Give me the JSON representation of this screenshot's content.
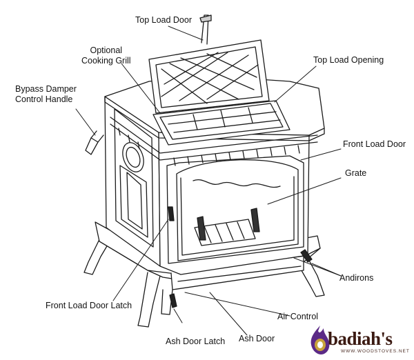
{
  "labels": {
    "top_load_door": "Top Load Door",
    "optional_cooking_grill": "Optional\nCooking Grill",
    "top_load_opening": "Top Load Opening",
    "bypass_damper": "Bypass Damper\nControl Handle",
    "front_load_door": "Front Load Door",
    "grate": "Grate",
    "andirons": "Andirons",
    "front_load_door_latch": "Front Load Door Latch",
    "air_control": "Air Control",
    "ash_door_latch": "Ash Door Latch",
    "ash_door": "Ash Door"
  },
  "logo": {
    "brand": "badiah's",
    "website": "WWW.WOODSTOVES.NET",
    "colors": {
      "flame": "#5b2a86",
      "flame_inner": "#c8a23a",
      "text": "#3b1a12"
    }
  },
  "colors": {
    "line": "#1a1a1a",
    "fill": "#ffffff",
    "shade": "#dcdcdc"
  }
}
